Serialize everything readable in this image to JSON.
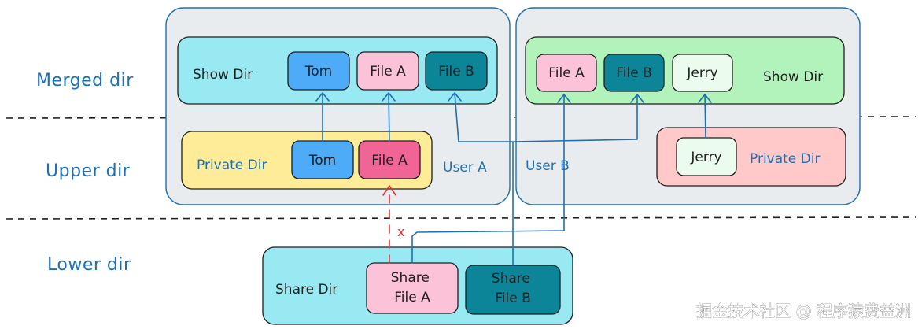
{
  "layers": {
    "merged": "Merged dir",
    "upper": "Upper dir",
    "lower": "Lower dir"
  },
  "user_a": {
    "label": "User A",
    "show_dir": "Show Dir",
    "show_files": [
      "Tom",
      "File A",
      "File B"
    ],
    "private_dir": "Private Dir",
    "private_files": [
      "Tom",
      "File A"
    ]
  },
  "user_b": {
    "label": "User B",
    "show_dir": "Show Dir",
    "show_files": [
      "File A",
      "File B",
      "Jerry"
    ],
    "private_dir": "Private Dir",
    "private_files": [
      "Jerry"
    ]
  },
  "share": {
    "label": "Share Dir",
    "file_a": [
      "Share",
      "File A"
    ],
    "file_b": [
      "Share",
      "File B"
    ]
  },
  "blocked_mark": "x",
  "watermark": "掘金技术社区 @ 程序猿费益洲",
  "colors": {
    "line_blue": "#1f6fb3",
    "blocked_red": "#e03131",
    "merged_bg_a": "#99e9f2",
    "merged_bg_b": "#b2f2bb",
    "private_bg_a": "#ffec99",
    "private_bg_b": "#ffc9c9",
    "share_bg": "#99e9f2",
    "file_tom": "#4dabf7",
    "file_a": "#fcc2d7",
    "file_a_upper": "#f06595",
    "file_b": "#0c8599",
    "jerry": "#ebfbee",
    "user_box": "#e9ecef"
  }
}
